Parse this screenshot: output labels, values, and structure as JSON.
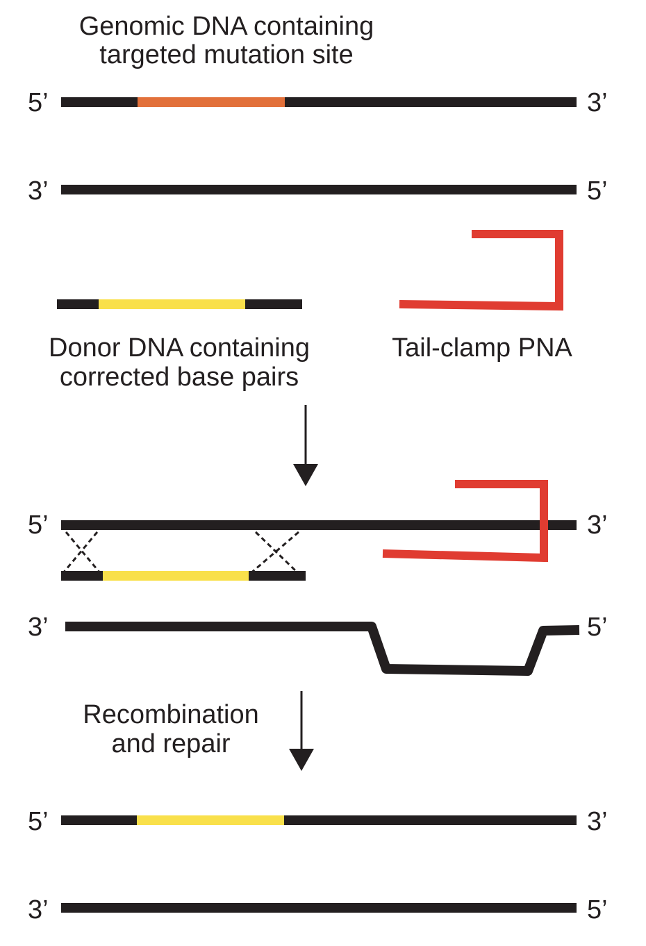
{
  "labels": {
    "genomic_title_line1": "Genomic DNA containing",
    "genomic_title_line2": "targeted mutation site",
    "donor_line1": "Donor DNA containing",
    "donor_line2": "corrected base pairs",
    "pna_label": "Tail-clamp PNA",
    "step2_line1": "Recombination",
    "step2_line2": "and repair"
  },
  "ends": {
    "five_prime": "5’",
    "three_prime": "3’"
  },
  "colors": {
    "strand": "#231f20",
    "mutation_site": "#e2703a",
    "corrected_site": "#f9e04b",
    "pna": "#e03c31"
  }
}
